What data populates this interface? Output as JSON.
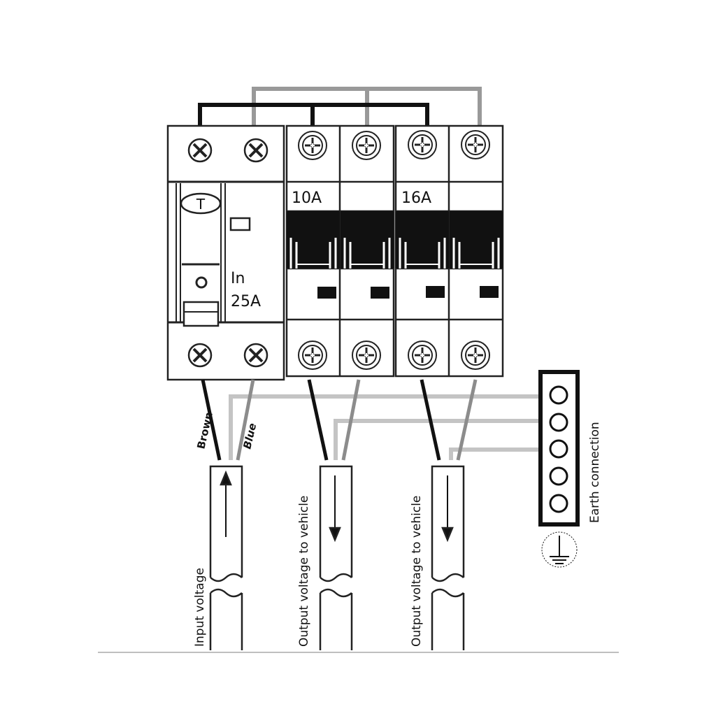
{
  "rcd": {
    "trip_button": "T",
    "rating_label": "In",
    "rating_value": "25A"
  },
  "breakers": [
    {
      "rating": "10A"
    },
    {
      "rating": "16A"
    }
  ],
  "wires": {
    "brown_label": "Brown",
    "blue_label": "Blue"
  },
  "cables": [
    {
      "label": "Input voltage",
      "direction": "up"
    },
    {
      "label": "Output voltage to vehicle",
      "direction": "down"
    },
    {
      "label": "Output voltage to vehicle",
      "direction": "down"
    }
  ],
  "earth": {
    "label": "Earth connection",
    "terminals": 5
  },
  "colors": {
    "live": "#111111",
    "neutral": "#8c8c8c",
    "earth": "#c4c4c4"
  }
}
